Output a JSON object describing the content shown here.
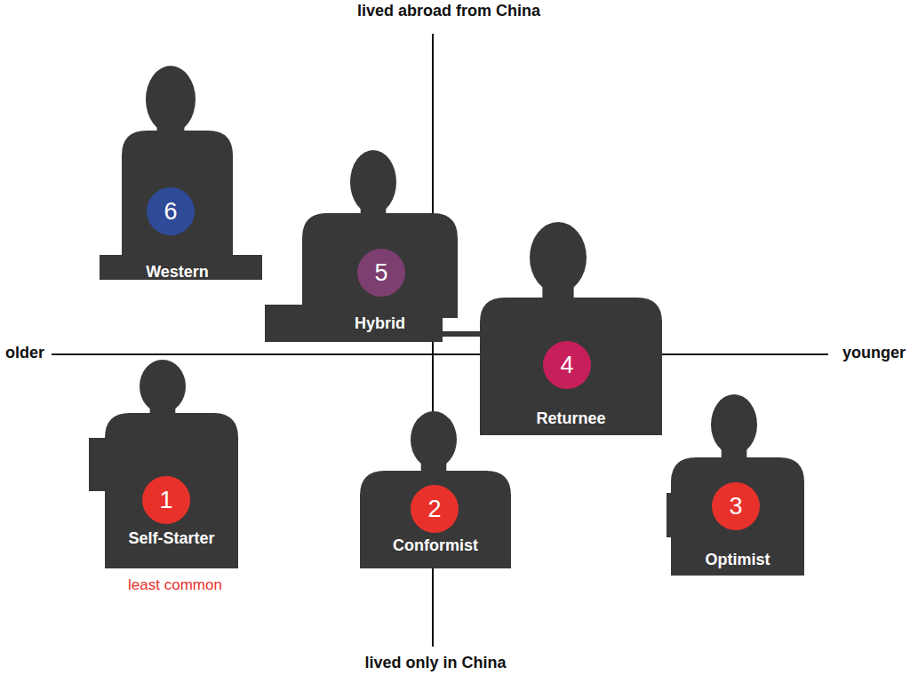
{
  "diagram": {
    "nodes": [
      {
        "text": [
          "Western"
        ]
      },
      {
        "text": [
          "6"
        ],
        "in": 0
      },
      {
        "text": [
          "Hybrid"
        ]
      },
      {
        "text": [
          "5"
        ],
        "in": 2
      },
      {
        "text": [
          "Returnee"
        ]
      },
      {
        "text": [
          "4"
        ],
        "in": 4
      },
      {
        "text": [
          "Self-Starter"
        ]
      },
      {
        "text": [
          "1"
        ],
        "in": 6
      },
      {
        "text": [
          "Conformist"
        ]
      },
      {
        "text": [
          "2"
        ],
        "in": 8
      },
      {
        "text": [
          "Optimist"
        ]
      },
      {
        "text": [
          "3"
        ],
        "in": 10
      }
    ],
    "labels": [
      "lived abroad from China",
      "older",
      "younger",
      "least common",
      "lived only in China"
    ]
  }
}
